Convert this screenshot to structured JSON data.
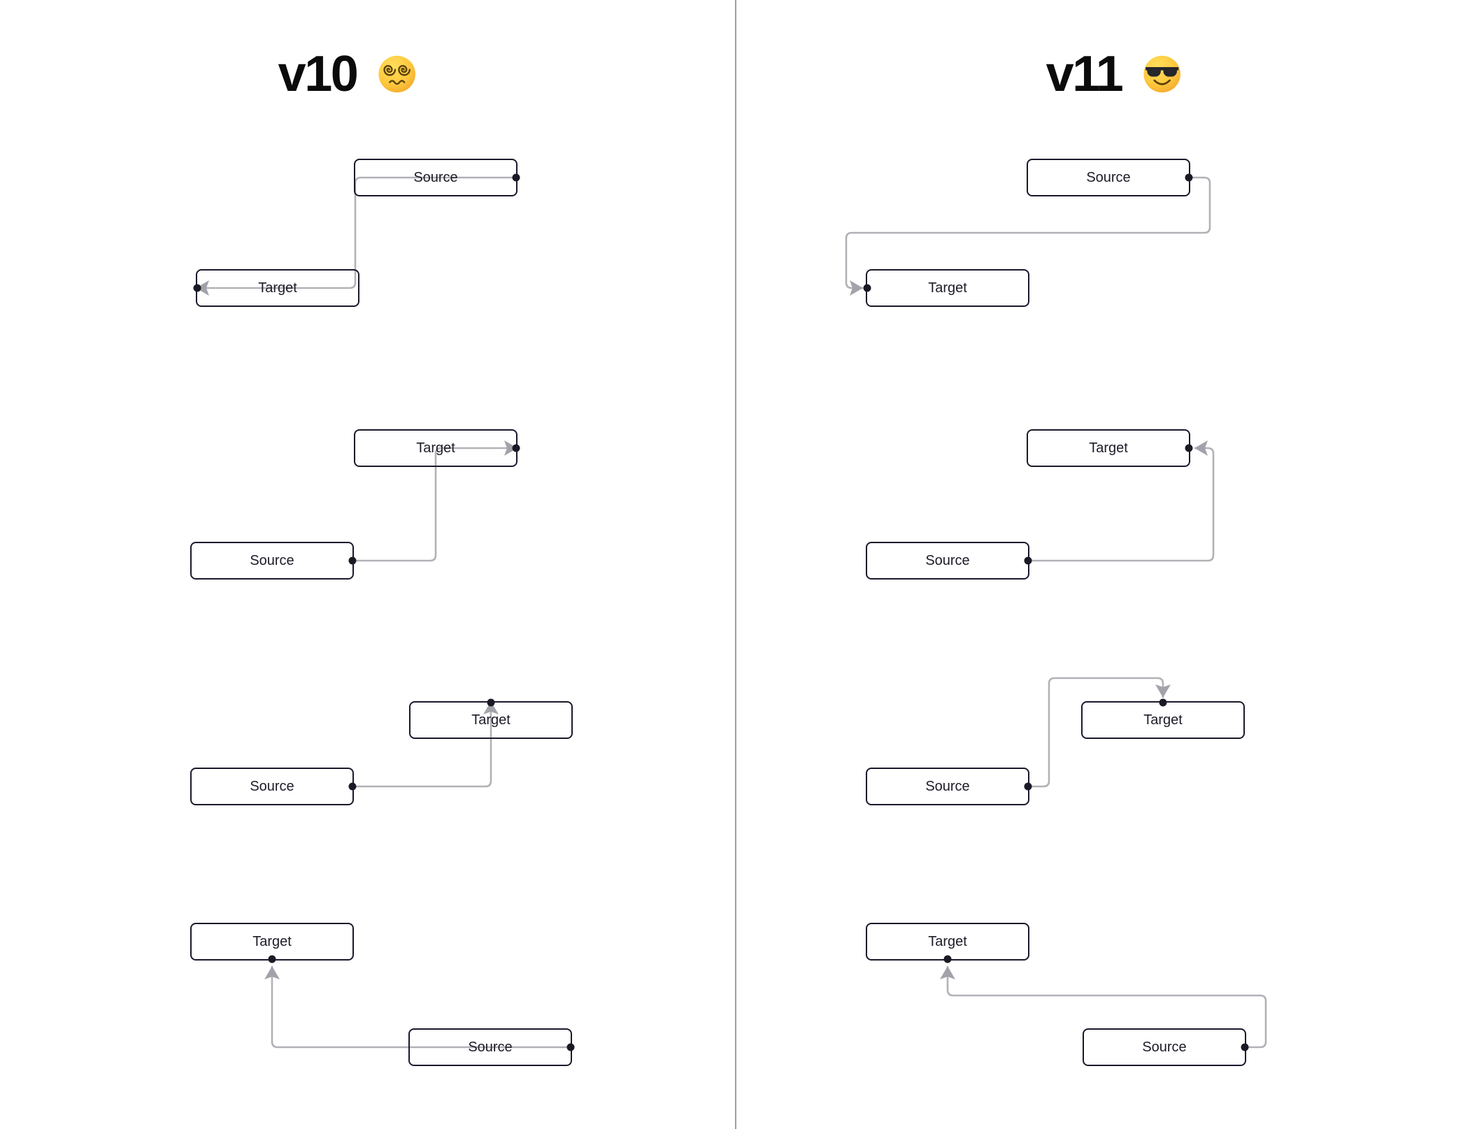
{
  "panels": [
    {
      "title": "v10",
      "emoji": "dizzy-face",
      "rows": [
        {
          "nodes": [
            {
              "label": "Source"
            },
            {
              "label": "Target"
            }
          ]
        },
        {
          "nodes": [
            {
              "label": "Target"
            },
            {
              "label": "Source"
            }
          ]
        },
        {
          "nodes": [
            {
              "label": "Target"
            },
            {
              "label": "Source"
            }
          ]
        },
        {
          "nodes": [
            {
              "label": "Target"
            },
            {
              "label": "Source"
            }
          ]
        }
      ]
    },
    {
      "title": "v11",
      "emoji": "smiling-face-with-sunglasses",
      "rows": [
        {
          "nodes": [
            {
              "label": "Source"
            },
            {
              "label": "Target"
            }
          ]
        },
        {
          "nodes": [
            {
              "label": "Target"
            },
            {
              "label": "Source"
            }
          ]
        },
        {
          "nodes": [
            {
              "label": "Target"
            },
            {
              "label": "Source"
            }
          ]
        },
        {
          "nodes": [
            {
              "label": "Target"
            },
            {
              "label": "Source"
            }
          ]
        }
      ]
    }
  ],
  "theme": {
    "edge_color": "#b1b1b7",
    "arrow_color": "#a2a2aa",
    "node_border_color": "#1a192b",
    "handle_color": "#1a1a26",
    "label_color": "#1c1c28",
    "title_color": "#0b0b0b",
    "divider_color": "#9e9e9e",
    "emoji_face_color": "#ffc93f",
    "emoji_feature_color": "#5b4108",
    "emoji_glasses_color": "#26262b"
  }
}
